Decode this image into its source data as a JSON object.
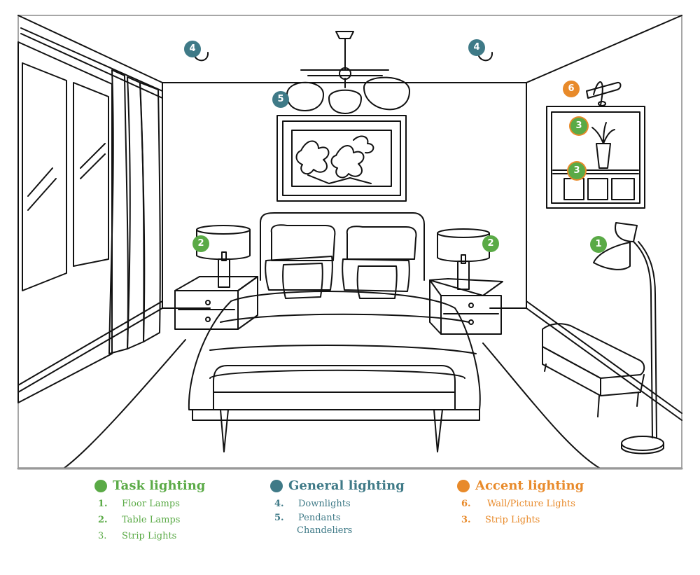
{
  "colors": {
    "task": "#5aaa46",
    "general": "#3f7a87",
    "accent": "#e88a2a",
    "line": "#111111"
  },
  "markers": [
    {
      "id": "downlight-left",
      "number": "4",
      "category": "general"
    },
    {
      "id": "downlight-right",
      "number": "4",
      "category": "general"
    },
    {
      "id": "pendant",
      "number": "5",
      "category": "general"
    },
    {
      "id": "picture-light",
      "number": "6",
      "category": "accent"
    },
    {
      "id": "strip-top",
      "number": "3",
      "category": "task"
    },
    {
      "id": "strip-shelf",
      "number": "3",
      "category": "task"
    },
    {
      "id": "table-lamp-left",
      "number": "2",
      "category": "task"
    },
    {
      "id": "table-lamp-right",
      "number": "2",
      "category": "task"
    },
    {
      "id": "floor-lamp",
      "number": "1",
      "category": "task"
    }
  ],
  "legend": {
    "task": {
      "title": "Task lighting",
      "items": [
        {
          "num": "1.",
          "label": "Floor Lamps"
        },
        {
          "num": "2.",
          "label": "Table Lamps"
        },
        {
          "num": "3.",
          "label": "Strip Lights"
        }
      ]
    },
    "general": {
      "title": "General lighting",
      "items": [
        {
          "num": "4.",
          "label": "Downlights"
        },
        {
          "num": "5.",
          "label": "Pendants"
        },
        {
          "num": "",
          "label": "Chandeliers"
        }
      ]
    },
    "accent": {
      "title": "Accent lighting",
      "items": [
        {
          "num": "6.",
          "label": "Wall/Picture Lights"
        },
        {
          "num": "3.",
          "label": "Strip Lights"
        }
      ]
    }
  }
}
